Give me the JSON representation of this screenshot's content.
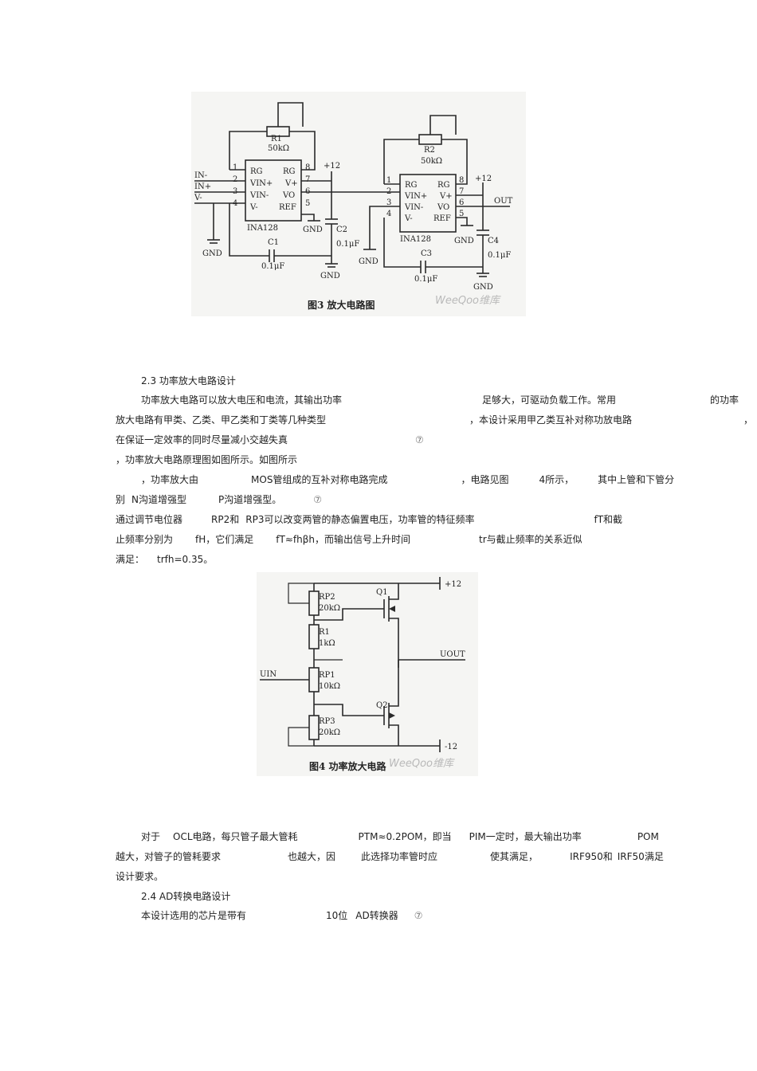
{
  "figure3": {
    "caption": "图3  放大电路图",
    "watermark": "WeeQoo维库",
    "chip1": {
      "name": "INA128",
      "pins": [
        "RG",
        "RG",
        "VIN+",
        "V+",
        "VIN-",
        "VO",
        "V-",
        "REF"
      ],
      "numbers": [
        "1",
        "8",
        "2",
        "7",
        "3",
        "6",
        "4",
        "5"
      ]
    },
    "chip2": {
      "name": "INA128",
      "pins": [
        "RG",
        "RG",
        "VIN+",
        "V+",
        "VIN-",
        "VO",
        "V-",
        "REF"
      ],
      "numbers": [
        "1",
        "8",
        "2",
        "7",
        "3",
        "6",
        "4",
        "5"
      ]
    },
    "r1": "R1",
    "r1v": "50kΩ",
    "r2": "R2",
    "r2v": "50kΩ",
    "in_minus": "IN-",
    "in_plus": "IN+",
    "v_minus": "V-",
    "plus12": "+12",
    "out": "OUT",
    "gnd": "GND",
    "c1": "C1",
    "c2": "C2",
    "c3": "C3",
    "c4": "C4",
    "cap_val": "0.1μF"
  },
  "figure4": {
    "caption": "图4  功率放大电路",
    "watermark": "WeeQoo维库",
    "rp2": "RP2",
    "rp2v": "20kΩ",
    "r1": "R1",
    "r1v": "1kΩ",
    "rp1": "RP1",
    "rp1v": "10kΩ",
    "rp3": "RP3",
    "rp3v": "20kΩ",
    "q1": "Q1",
    "q2": "Q2",
    "plus12": "+12",
    "minus12": "-12",
    "uin": "UIN",
    "uout": "UOUT"
  },
  "text": {
    "s23_heading": "2.3  功率放大电路设计",
    "p1_a": "功率放大电路可以放大电压和电流，其输出功率",
    "p1_b": "足够大，可驱动负载工作。常用",
    "p1_c": "的功率",
    "p2_a": "放大电路有甲类、乙类、甲乙类和丁类等几种类型",
    "p2_b": "，本设计采用甲乙类互补对称功放电路",
    "p2_c": "，",
    "p3_a": "在保证一定效率的同时尽量减小交越失真",
    "p3_note": "⑦",
    "p4_a": "，功率放大电路原理图如图所示。如图所示",
    "p5_a": "，功率放大由",
    "p5_b": "MOS",
    "p5_c": "管组成的互补对称电路完成",
    "p5_d": "，电路见图",
    "p5_e": "4",
    "p5_f": "所示，",
    "p5_g": "其中上管和下管分",
    "p6_a": "别",
    "p6_b": "N",
    "p6_c": "沟道增强型",
    "p6_d": "P",
    "p6_e": "沟道增强型。",
    "p6_note": "⑦",
    "p7_a": "通过调节电位器",
    "p7_b": "RP2",
    "p7_c": "和",
    "p7_d": "RP3",
    "p7_e": "可以改变两管的静态偏置电压，功率管的特征频率",
    "p7_f": "fT",
    "p7_g": "和截",
    "p8_a": "止频率分别为",
    "p8_b": "fH",
    "p8_c": "，它们满足",
    "p8_d": "fT≈fhβh，",
    "p8_e": "而输出信号上升时间",
    "p8_f": "tr",
    "p8_g": "与截止频率的关系近似",
    "p9_a": "满足：",
    "p9_b": "trfh=0.35。",
    "p10_a": "对于",
    "p10_b": "OCL",
    "p10_c": "电路，每只管子最大管耗",
    "p10_d": "PTM≈0.2POM，即当",
    "p10_e": "PIM",
    "p10_f": "一定时，最大输出功率",
    "p10_g": "POM",
    "p11_a": "越大，对管子的管耗要求",
    "p11_b": "也越大，因",
    "p11_c": "此选择功率管时应",
    "p11_d": "使其满足，",
    "p11_e": "IRF950",
    "p11_f": "和",
    "p11_g": "IRF50",
    "p11_h": "满足",
    "p12_a": "设计要求。",
    "s24_heading": "2.4  AD转换电路设计",
    "p13_a": "本设计选用的芯片是带有",
    "p13_b": "10位",
    "p13_c": "AD转换器",
    "p13_note": "⑦"
  }
}
